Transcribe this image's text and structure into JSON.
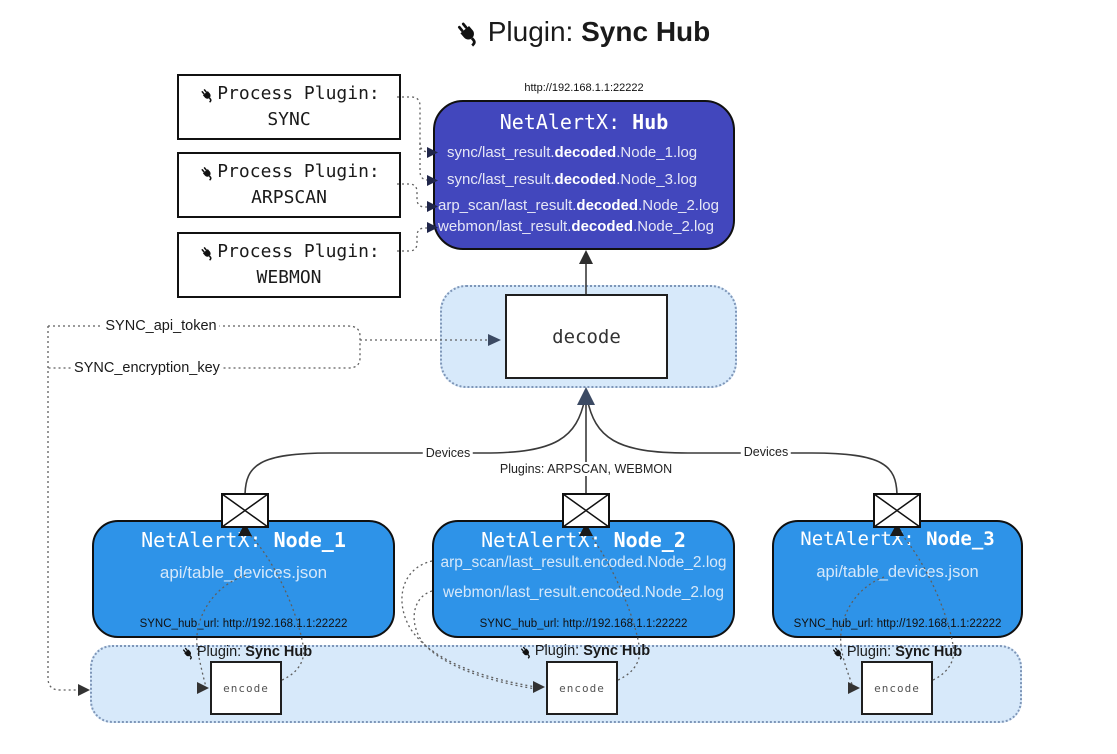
{
  "title": {
    "prefix": "Plugin:",
    "name": "Sync Hub"
  },
  "process_plugins": [
    {
      "label": "Process Plugin:",
      "plugin": "SYNC"
    },
    {
      "label": "Process Plugin:",
      "plugin": "ARPSCAN"
    },
    {
      "label": "Process Plugin:",
      "plugin": "WEBMON"
    }
  ],
  "hub": {
    "url": "http://192.168.1.1:22222",
    "title_prefix": "NetAlertX:",
    "title_name": "Hub",
    "rows": [
      {
        "pre": "sync/last_result.",
        "bold": "decoded",
        "post": ".Node_1.log"
      },
      {
        "pre": "sync/last_result.",
        "bold": "decoded",
        "post": ".Node_3.log"
      },
      {
        "pre": "arp_scan/last_result.",
        "bold": "decoded",
        "post": ".Node_2.log"
      },
      {
        "pre": "webmon/last_result.",
        "bold": "decoded",
        "post": ".Node_2.log"
      }
    ]
  },
  "decode_box": {
    "label": "decode"
  },
  "config": {
    "api_token": "SYNC_api_token",
    "encryption_key": "SYNC_encryption_key"
  },
  "edge_labels": {
    "left": "Devices",
    "center": "Plugins: ARPSCAN, WEBMON",
    "right": "Devices"
  },
  "nodes": [
    {
      "title_prefix": "NetAlertX:",
      "title_name": "Node_1",
      "files": [
        "api/table_devices.json"
      ],
      "hub_url": "SYNC_hub_url: http://192.168.1.1:22222"
    },
    {
      "title_prefix": "NetAlertX:",
      "title_name": "Node_2",
      "files": [
        "arp_scan/last_result.encoded.Node_2.log",
        "webmon/last_result.encoded.Node_2.log"
      ],
      "hub_url": "SYNC_hub_url: http://192.168.1.1:22222"
    },
    {
      "title_prefix": "NetAlertX:",
      "title_name": "Node_3",
      "files": [
        "api/table_devices.json"
      ],
      "hub_url": "SYNC_hub_url: http://192.168.1.1:22222"
    }
  ],
  "encode_band": {
    "plugin_labels": [
      {
        "prefix": "Plugin:",
        "name": "Sync Hub"
      },
      {
        "prefix": "Plugin:",
        "name": "Sync Hub"
      },
      {
        "prefix": "Plugin:",
        "name": "Sync Hub"
      }
    ],
    "encode_labels": [
      "encode",
      "encode",
      "encode"
    ]
  },
  "colors": {
    "hub_fill": "#4247BD",
    "node_fill": "#2E93E8",
    "band_fill": "#D7E9FA",
    "band_border": "#7E96B8",
    "arrow_dark": "#343434",
    "arrow_navy": "#3C4A63"
  }
}
